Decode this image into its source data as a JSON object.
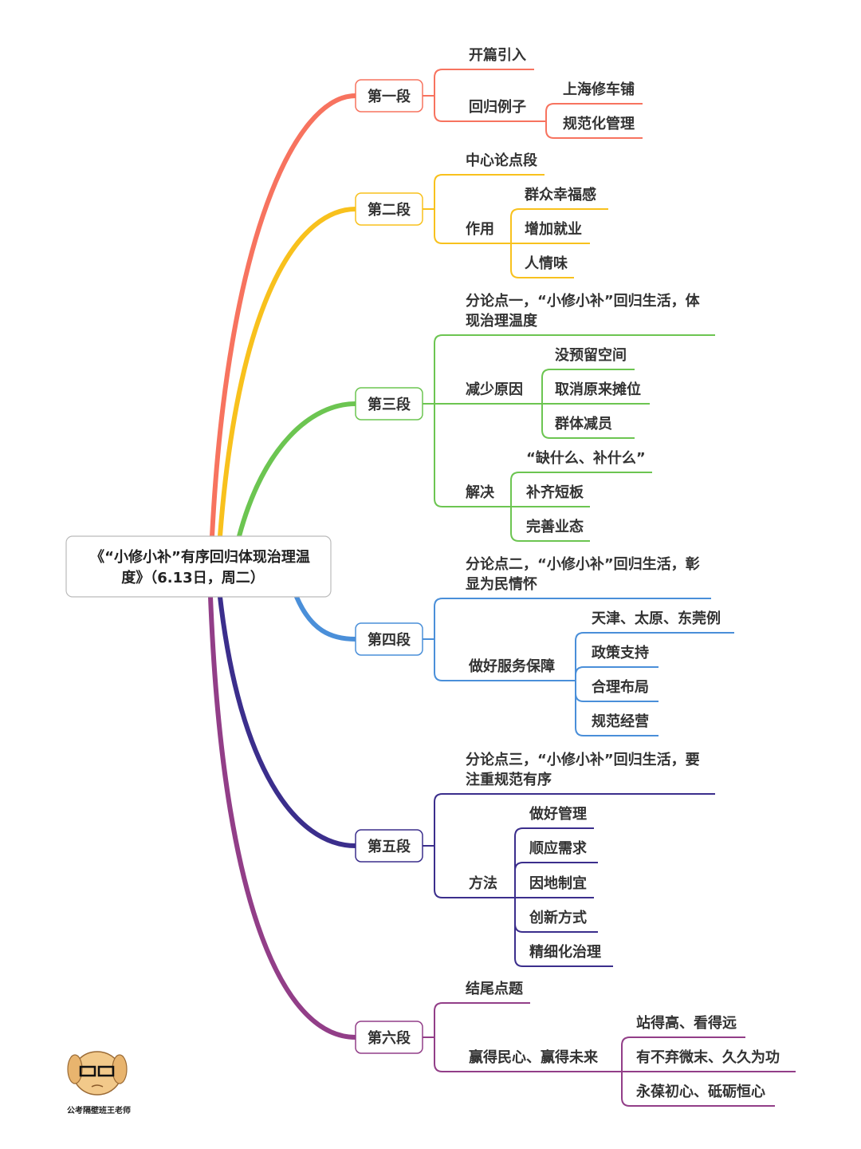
{
  "root": {
    "lines": [
      "《“小修小补”有序回归体现治理温",
      "度》（6.13日，周二）"
    ]
  },
  "sections": [
    {
      "label": "第一段",
      "color": "#f7735f",
      "children": [
        {
          "lines": [
            "开篇引入"
          ]
        },
        {
          "lines": [
            "回归例子"
          ],
          "children": [
            "上海修车铺",
            "规范化管理"
          ]
        }
      ]
    },
    {
      "label": "第二段",
      "color": "#f8c11d",
      "children": [
        {
          "lines": [
            "中心论点段"
          ]
        },
        {
          "lines": [
            "作用"
          ],
          "children": [
            "群众幸福感",
            "增加就业",
            "人情味"
          ]
        }
      ]
    },
    {
      "label": "第三段",
      "color": "#6cc551",
      "children": [
        {
          "lines": [
            "分论点一，“小修小补”回归生活，体",
            "现治理温度"
          ]
        },
        {
          "lines": [
            "减少原因"
          ],
          "children": [
            "没预留空间",
            "取消原来摊位",
            "群体减员"
          ]
        },
        {
          "lines": [
            "解决"
          ],
          "children": [
            "“缺什么、补什么”",
            "补齐短板",
            "完善业态"
          ]
        }
      ]
    },
    {
      "label": "第四段",
      "color": "#4a8fd9",
      "children": [
        {
          "lines": [
            "分论点二，“小修小补”回归生活，彰",
            "显为民情怀"
          ]
        },
        {
          "lines": [
            "做好服务保障"
          ],
          "children": [
            "天津、太原、东莞例",
            "政策支持",
            "合理布局",
            "规范经营"
          ]
        }
      ]
    },
    {
      "label": "第五段",
      "color": "#3b2e8c",
      "children": [
        {
          "lines": [
            "分论点三，“小修小补”回归生活，要",
            "注重规范有序"
          ]
        },
        {
          "lines": [
            "方法"
          ],
          "children": [
            "做好管理",
            "顺应需求",
            "因地制宜",
            "创新方式",
            "精细化治理"
          ]
        }
      ]
    },
    {
      "label": "第六段",
      "color": "#923e88",
      "children": [
        {
          "lines": [
            "结尾点题"
          ]
        },
        {
          "lines": [
            "赢得民心、赢得未来"
          ],
          "children": [
            "站得高、看得远",
            "有不弃微末、久久为功",
            "永葆初心、砥砺恒心"
          ]
        }
      ]
    }
  ],
  "watermark": {
    "text": "公考隔壁班王老师"
  }
}
